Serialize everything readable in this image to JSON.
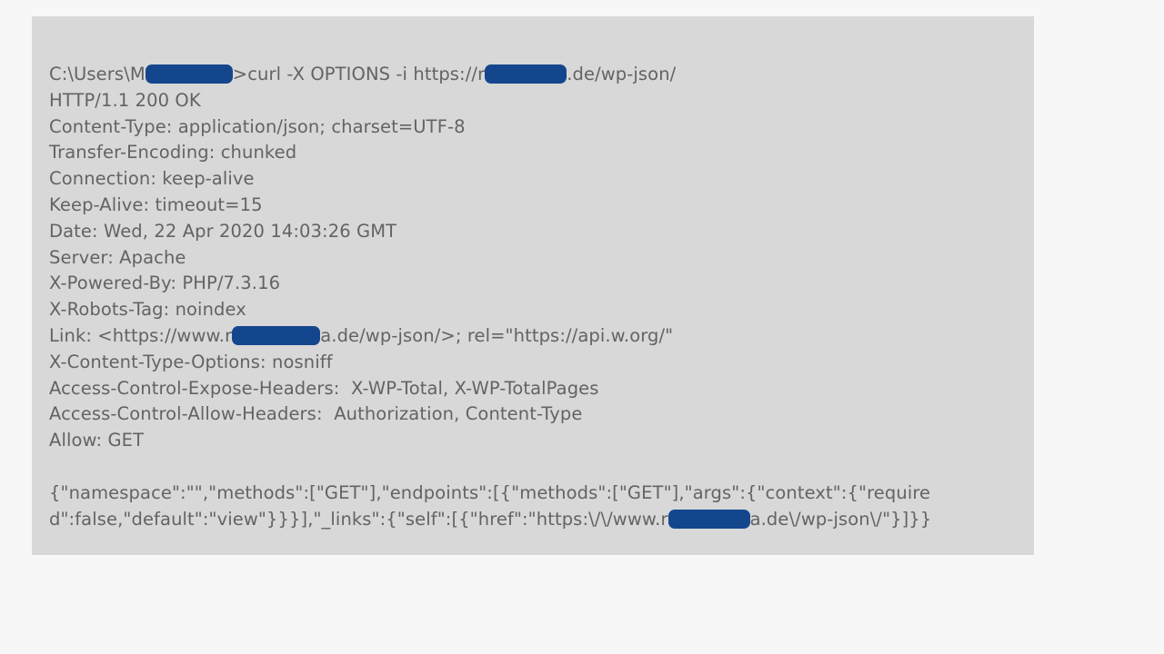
{
  "colors": {
    "page_background": "#f7f7f7",
    "panel_background": "#d8d8d8",
    "text_color": "#636363",
    "redaction_blue": "#14468e"
  },
  "terminal": {
    "description": "console-output-screenshot",
    "lines": [
      {
        "segments": [
          {
            "text": "C:\\Users\\M"
          },
          {
            "redact": 96
          },
          {
            "text": ">curl -X OPTIONS -i https://r"
          },
          {
            "redact": 90
          },
          {
            "text": ".de/wp-json/"
          }
        ]
      },
      {
        "segments": [
          {
            "text": "HTTP/1.1 200 OK"
          }
        ]
      },
      {
        "segments": [
          {
            "text": "Content-Type: application/json; charset=UTF-8"
          }
        ]
      },
      {
        "segments": [
          {
            "text": "Transfer-Encoding: chunked"
          }
        ]
      },
      {
        "segments": [
          {
            "text": "Connection: keep-alive"
          }
        ]
      },
      {
        "segments": [
          {
            "text": "Keep-Alive: timeout=15"
          }
        ]
      },
      {
        "segments": [
          {
            "text": "Date: Wed, 22 Apr 2020 14:03:26 GMT"
          }
        ]
      },
      {
        "segments": [
          {
            "text": "Server: Apache"
          }
        ]
      },
      {
        "segments": [
          {
            "text": "X-Powered-By: PHP/7.3.16"
          }
        ]
      },
      {
        "segments": [
          {
            "text": "X-Robots-Tag: noindex"
          }
        ]
      },
      {
        "segments": [
          {
            "text": "Link: <https://www.r"
          },
          {
            "redact": 97
          },
          {
            "text": "a.de/wp-json/>; rel=\"https://api.w.org/\""
          }
        ]
      },
      {
        "segments": [
          {
            "text": "X-Content-Type-Options: nosniff"
          }
        ]
      },
      {
        "segments": [
          {
            "text": "Access-Control-Expose-Headers:  X-WP-Total, X-WP-TotalPages"
          }
        ]
      },
      {
        "segments": [
          {
            "text": "Access-Control-Allow-Headers:  Authorization, Content-Type"
          }
        ]
      },
      {
        "segments": [
          {
            "text": "Allow: GET"
          }
        ]
      },
      {
        "segments": []
      },
      {
        "segments": [
          {
            "text": "{\"namespace\":\"\",\"methods\":[\"GET\"],\"endpoints\":[{\"methods\":[\"GET\"],\"args\":{\"context\":{\"require"
          }
        ]
      },
      {
        "segments": [
          {
            "text": "d\":false,\"default\":\"view\"}}}],\"_links\":{\"self\":[{\"href\":\"https:\\/\\/www.r"
          },
          {
            "redact": 90
          },
          {
            "text": "a.de\\/wp-json\\/\"}]}}"
          }
        ]
      }
    ]
  }
}
